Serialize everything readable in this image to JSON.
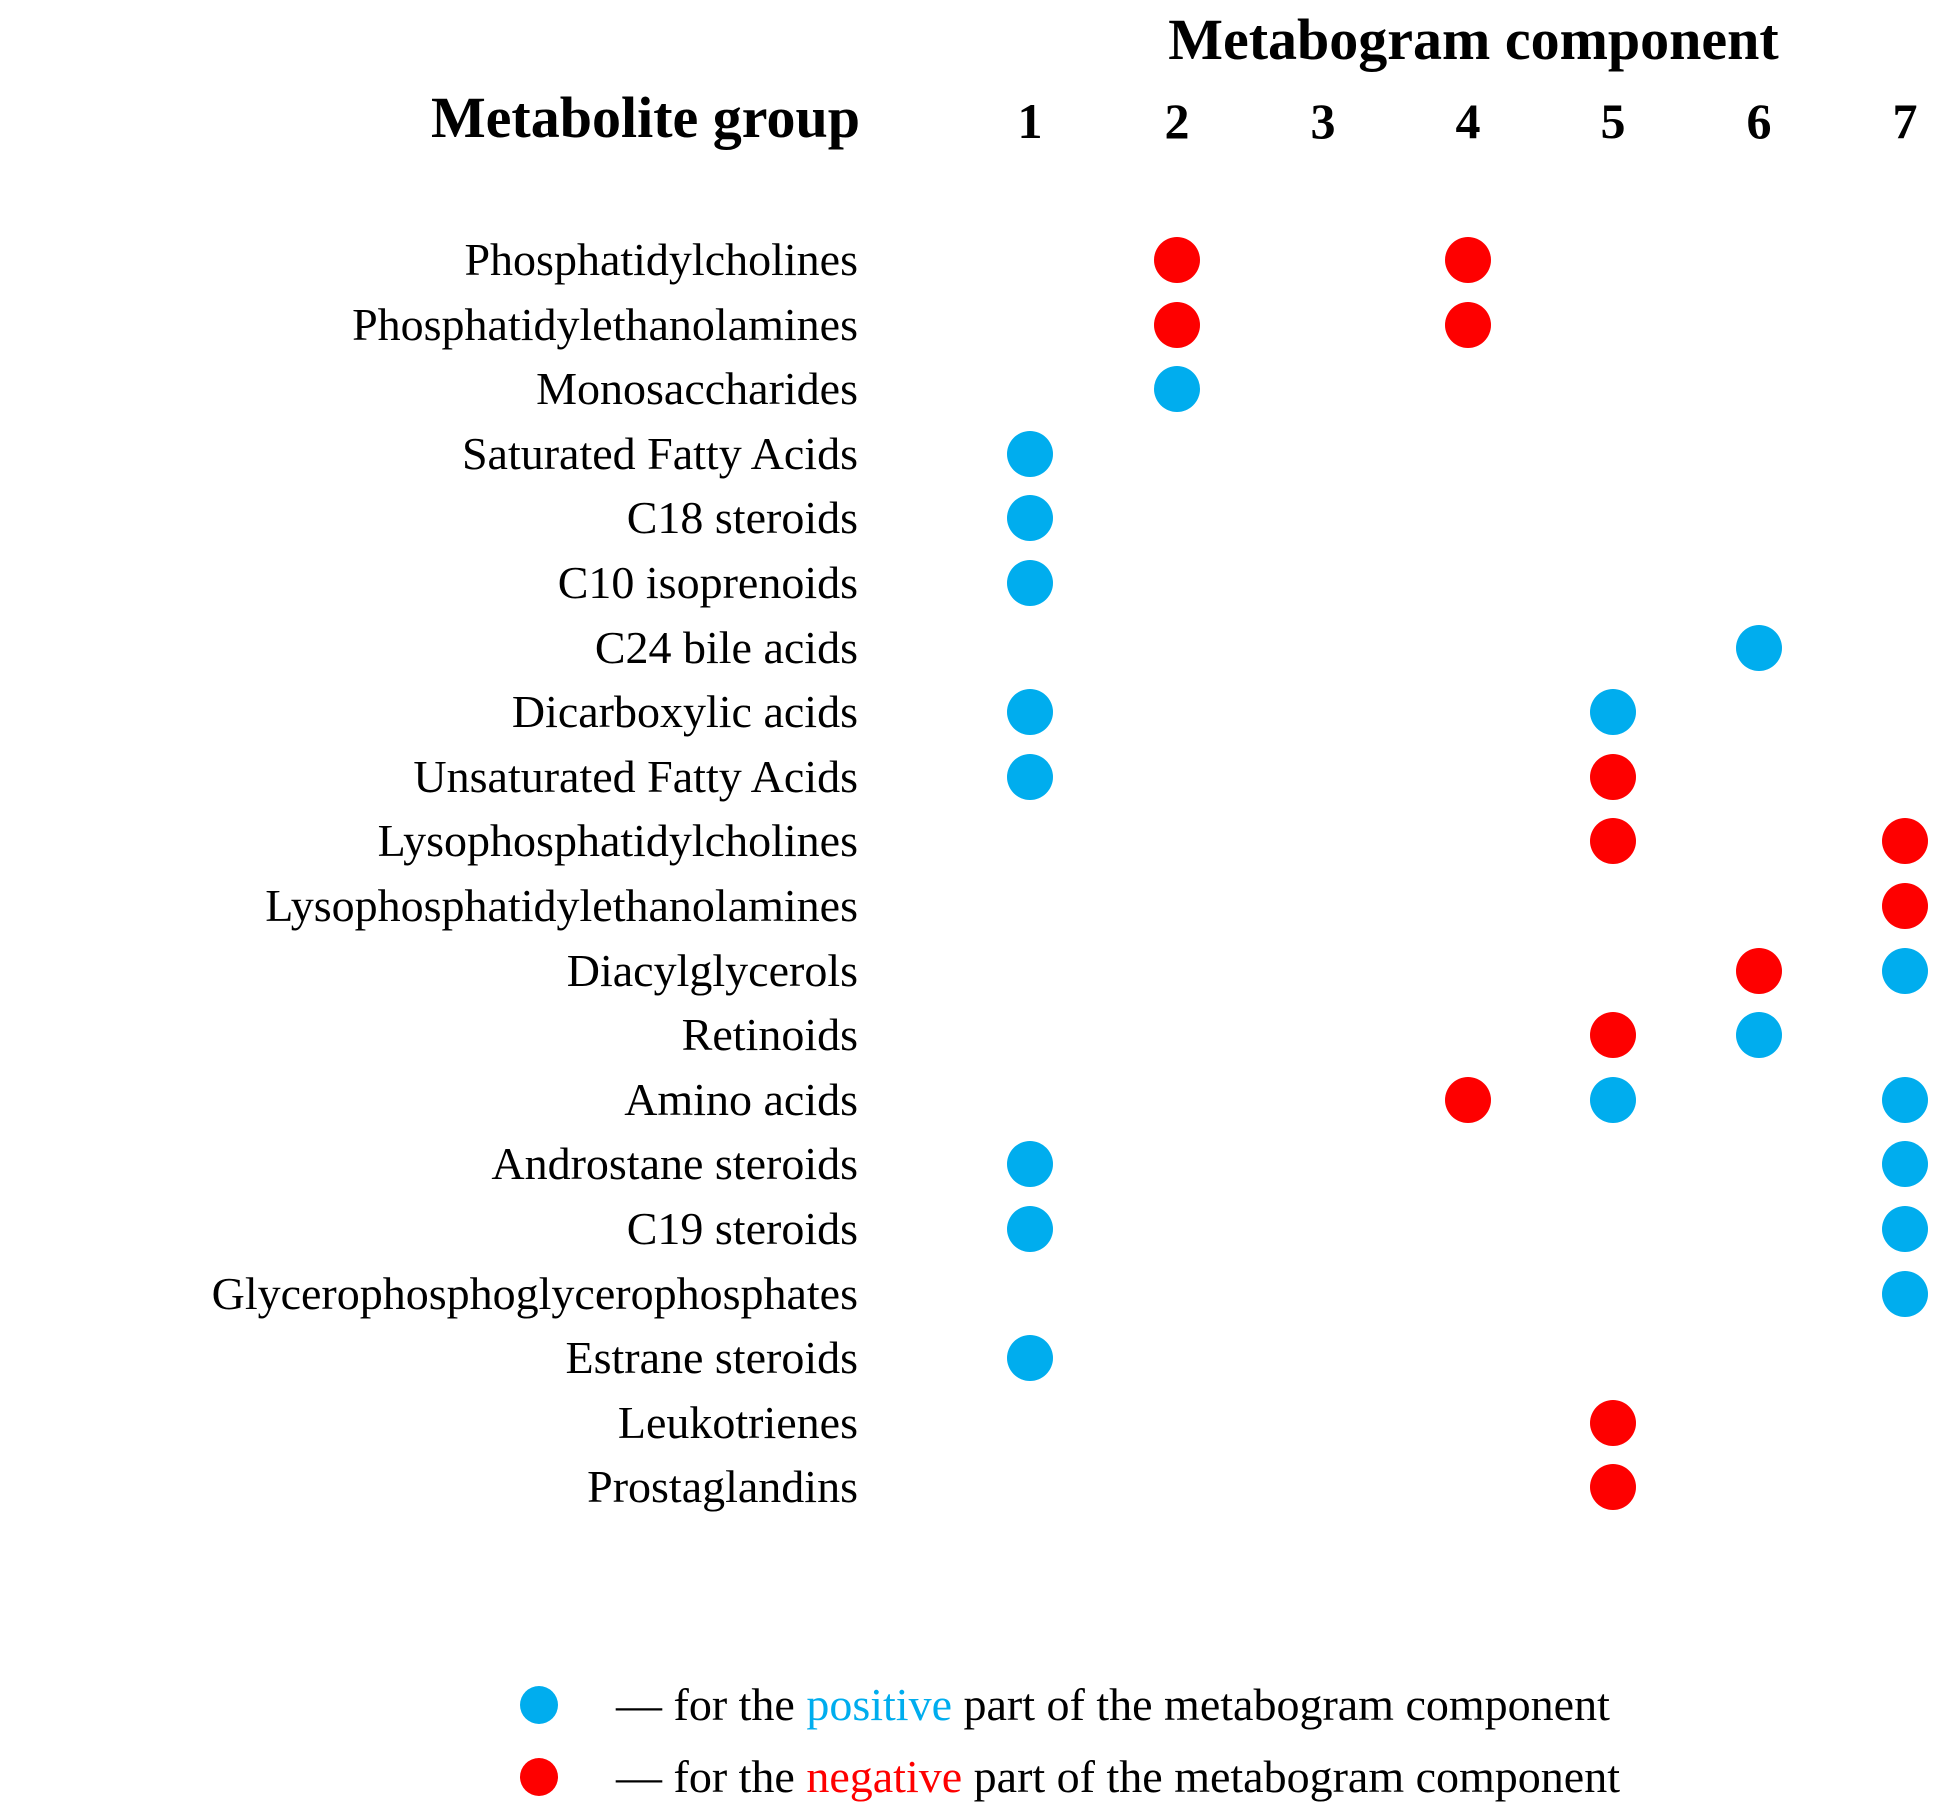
{
  "headers": {
    "component_title": "Metabogram component",
    "group_title": "Metabolite group",
    "columns": [
      "1",
      "2",
      "3",
      "4",
      "5",
      "6",
      "7"
    ]
  },
  "colors": {
    "positive": "#00ADEE",
    "negative": "#FE0000",
    "text": "#000000",
    "background": "#FFFFFF"
  },
  "legend": [
    {
      "marker": "positive",
      "dash": "— for the ",
      "keyword": "positive",
      "tail": " part of the metabogram component"
    },
    {
      "marker": "negative",
      "dash": "— for the ",
      "keyword": "negative",
      "tail": " part of the metabogram component"
    }
  ],
  "chart_data": {
    "type": "table",
    "title": "Metabogram component",
    "xlabel": "Metabogram component",
    "ylabel": "Metabolite group",
    "categories": [
      "1",
      "2",
      "3",
      "4",
      "5",
      "6",
      "7"
    ],
    "marker_legend": {
      "positive": "blue dot — for the positive part of the metabogram component",
      "negative": "red dot — for the negative part of the metabogram component"
    },
    "rows": [
      {
        "label": "Phosphatidylcholines",
        "cells": [
          null,
          "negative",
          null,
          "negative",
          null,
          null,
          null
        ]
      },
      {
        "label": "Phosphatidylethanolamines",
        "cells": [
          null,
          "negative",
          null,
          "negative",
          null,
          null,
          null
        ]
      },
      {
        "label": "Monosaccharides",
        "cells": [
          null,
          "positive",
          null,
          null,
          null,
          null,
          null
        ]
      },
      {
        "label": "Saturated Fatty Acids",
        "cells": [
          "positive",
          null,
          null,
          null,
          null,
          null,
          null
        ]
      },
      {
        "label": "C18 steroids",
        "cells": [
          "positive",
          null,
          null,
          null,
          null,
          null,
          null
        ]
      },
      {
        "label": "C10 isoprenoids",
        "cells": [
          "positive",
          null,
          null,
          null,
          null,
          null,
          null
        ]
      },
      {
        "label": "C24 bile acids",
        "cells": [
          null,
          null,
          null,
          null,
          null,
          "positive",
          null
        ]
      },
      {
        "label": "Dicarboxylic acids",
        "cells": [
          "positive",
          null,
          null,
          null,
          "positive",
          null,
          null
        ]
      },
      {
        "label": "Unsaturated Fatty Acids",
        "cells": [
          "positive",
          null,
          null,
          null,
          "negative",
          null,
          null
        ]
      },
      {
        "label": "Lysophosphatidylcholines",
        "cells": [
          null,
          null,
          null,
          null,
          "negative",
          null,
          "negative"
        ]
      },
      {
        "label": "Lysophosphatidylethanolamines",
        "cells": [
          null,
          null,
          null,
          null,
          null,
          null,
          "negative"
        ]
      },
      {
        "label": "Diacylglycerols",
        "cells": [
          null,
          null,
          null,
          null,
          null,
          "negative",
          "positive"
        ]
      },
      {
        "label": "Retinoids",
        "cells": [
          null,
          null,
          null,
          null,
          "negative",
          "positive",
          null
        ]
      },
      {
        "label": "Amino acids",
        "cells": [
          null,
          null,
          null,
          "negative",
          "positive",
          null,
          "positive"
        ]
      },
      {
        "label": "Androstane steroids",
        "cells": [
          "positive",
          null,
          null,
          null,
          null,
          null,
          "positive"
        ]
      },
      {
        "label": "C19 steroids",
        "cells": [
          "positive",
          null,
          null,
          null,
          null,
          null,
          "positive"
        ]
      },
      {
        "label": "Glycerophosphoglycerophosphates",
        "cells": [
          null,
          null,
          null,
          null,
          null,
          null,
          "positive"
        ]
      },
      {
        "label": "Estrane steroids",
        "cells": [
          "positive",
          null,
          null,
          null,
          null,
          null,
          null
        ]
      },
      {
        "label": "Leukotrienes",
        "cells": [
          null,
          null,
          null,
          null,
          "negative",
          null,
          null
        ]
      },
      {
        "label": "Prostaglandins",
        "cells": [
          null,
          null,
          null,
          null,
          "negative",
          null,
          null
        ]
      }
    ]
  }
}
